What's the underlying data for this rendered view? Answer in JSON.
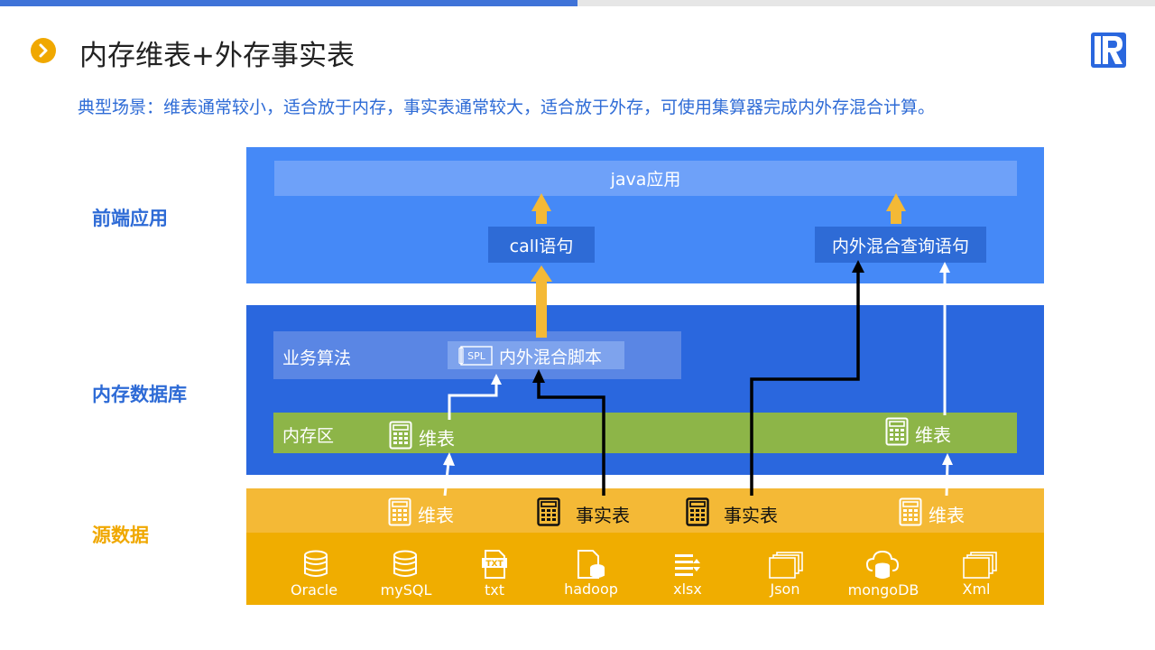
{
  "slide": {
    "title": "内存维表+外存事实表",
    "subtitle": "典型场景：维表通常较小，适合放于内存，事实表通常较大，适合放于外存，可使用集算器完成内外存混合计算。"
  },
  "layers": {
    "frontend": "前端应用",
    "memdb": "内存数据库",
    "source": "源数据"
  },
  "frontend": {
    "java_app": "java应用",
    "call_stmt": "call语句",
    "mix_query_stmt": "内外混合查询语句"
  },
  "memdb": {
    "business_algo": "业务算法",
    "mix_script": "内外混合脚本",
    "spl_badge": "SPL",
    "mem_zone": "内存区",
    "dim_table_left": "维表",
    "dim_table_right": "维表"
  },
  "source": {
    "dim_table_1": "维表",
    "fact_table_1": "事实表",
    "fact_table_2": "事实表",
    "dim_table_2": "维表",
    "sources": [
      "Oracle",
      "mySQL",
      "txt",
      "hadoop",
      "xlsx",
      "Json",
      "mongoDB",
      "Xml"
    ],
    "txt_badge": "TXT"
  },
  "colors": {
    "frontend_bg": "#4589f7",
    "memdb_bg": "#2a67de",
    "source_bg": "#f0ad00",
    "memzone_bg": "#8db548",
    "arrow_yellow": "#f4b936",
    "label_blue": "#2e6bd6",
    "label_orange": "#f0a800"
  },
  "icons": {
    "title_bullet": "chevron-right-icon",
    "logo": "r-logo-icon",
    "table": "table-icon",
    "database": "database-icon",
    "spl": "spl-script-icon"
  }
}
